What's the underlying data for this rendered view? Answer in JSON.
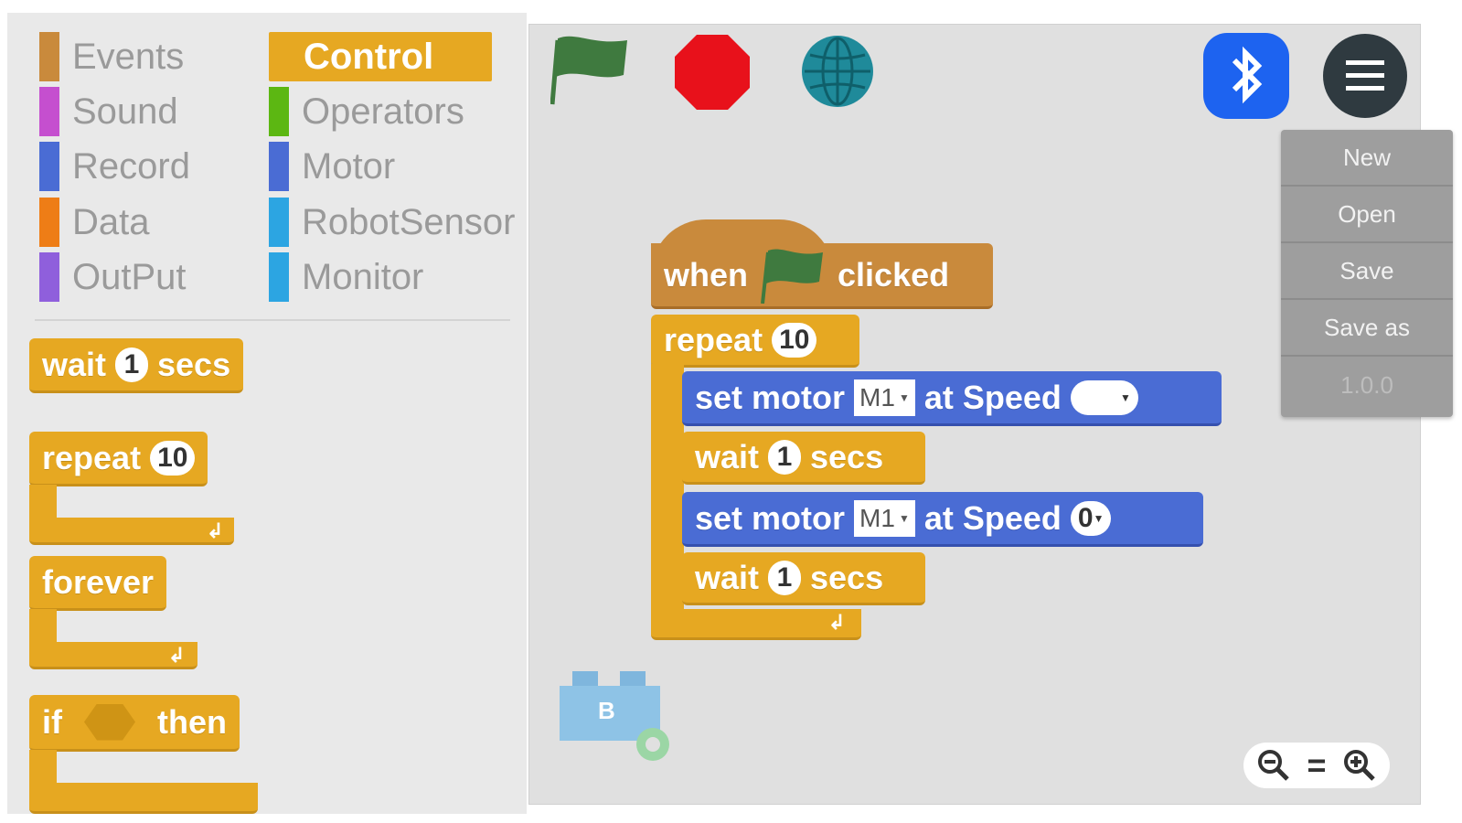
{
  "categories_left": [
    {
      "label": "Events",
      "color": "#c98a3c"
    },
    {
      "label": "Sound",
      "color": "#c54fcf"
    },
    {
      "label": "Record",
      "color": "#4a6cd4"
    },
    {
      "label": "Data",
      "color": "#ee7d16"
    },
    {
      "label": "OutPut",
      "color": "#8f5fdc"
    }
  ],
  "categories_right": [
    {
      "label": "Control",
      "color": "#e6a822",
      "selected": true
    },
    {
      "label": "Operators",
      "color": "#5cb712"
    },
    {
      "label": "Motor",
      "color": "#4a6cd4"
    },
    {
      "label": "RobotSensor",
      "color": "#2ca5e2"
    },
    {
      "label": "Monitor",
      "color": "#2ca5e2"
    }
  ],
  "palette_blocks": {
    "wait": {
      "pre": "wait",
      "value": "1",
      "post": "secs"
    },
    "repeat": {
      "pre": "repeat",
      "value": "10"
    },
    "forever": {
      "label": "forever"
    },
    "if_then": {
      "pre": "if",
      "post": "then"
    }
  },
  "script": {
    "hat": {
      "pre": "when",
      "post": "clicked"
    },
    "repeat": {
      "pre": "repeat",
      "value": "10"
    },
    "set_motor_1": {
      "pre": "set motor",
      "motor": "M1",
      "mid": "at Speed",
      "speed": ""
    },
    "wait_1": {
      "pre": "wait",
      "value": "1",
      "post": "secs"
    },
    "set_motor_2": {
      "pre": "set motor",
      "motor": "M1",
      "mid": "at Speed",
      "speed": "0"
    },
    "wait_2": {
      "pre": "wait",
      "value": "1",
      "post": "secs"
    }
  },
  "sprite": {
    "letter": "B"
  },
  "menu": {
    "items": [
      "New",
      "Open",
      "Save",
      "Save as"
    ],
    "version": "1.0.0"
  },
  "zoom": {
    "equals_label": "="
  },
  "colors": {
    "control": "#e6a822",
    "events": "#c98a3c",
    "motor": "#4a6cd4",
    "flag_green": "#3f7a3f",
    "stop_red": "#e8111b",
    "globe_teal": "#1f8a9a",
    "bluetooth_blue": "#1d63f0",
    "menu_button_dark": "#2f3a40"
  }
}
